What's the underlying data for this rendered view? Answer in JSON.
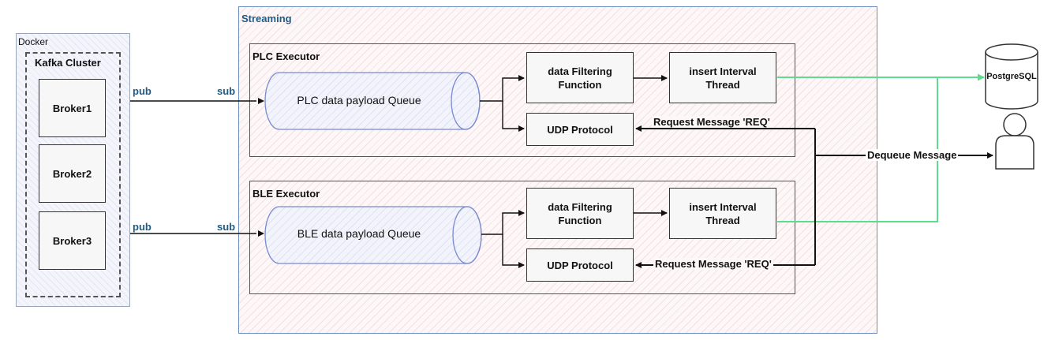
{
  "docker": {
    "title": "Docker",
    "cluster_title": "Kafka Cluster",
    "brokers": [
      "Broker1",
      "Broker2",
      "Broker3"
    ]
  },
  "links": {
    "pub": "pub",
    "sub": "sub"
  },
  "streaming": {
    "title": "Streaming",
    "plc": {
      "title": "PLC Executor",
      "queue": "PLC data payload Queue",
      "filter": "data Filtering Function",
      "insert": "insert Interval Thread",
      "udp": "UDP Protocol"
    },
    "ble": {
      "title": "BLE Executor",
      "queue": "BLE data payload Queue",
      "filter": "data Filtering Function",
      "insert": "insert Interval Thread",
      "udp": "UDP Protocol"
    }
  },
  "request_message": "Request Message 'REQ'",
  "dequeue_message": "Dequeue Message",
  "database": "PostgreSQL",
  "colors": {
    "green": "#5ddc8e",
    "frame_blue": "#6c8ebf",
    "queue_stroke": "#7a8ad0"
  }
}
